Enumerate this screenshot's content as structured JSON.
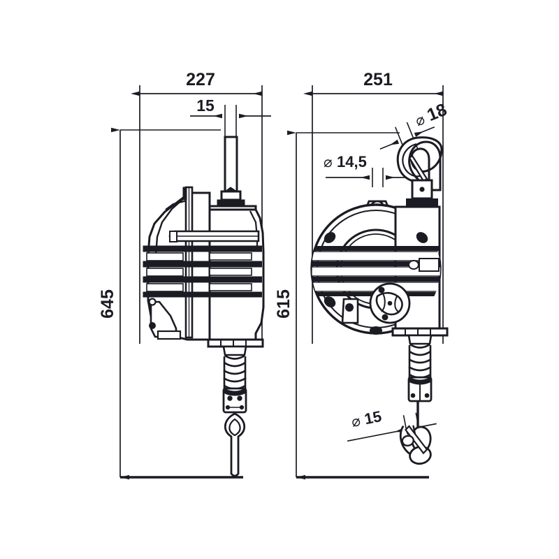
{
  "document": {
    "type": "technical-drawing",
    "subject": "spring balancer / retractable tool balancer",
    "views": [
      {
        "id": "side-view",
        "name": "Side view (left)"
      },
      {
        "id": "front-view",
        "name": "Front view (right)"
      }
    ],
    "background_color": "#ffffff",
    "line_color": "#1b1b23",
    "text_color": "#1b1b23"
  },
  "dimensions": {
    "side_width": {
      "label": "227",
      "unit": "mm",
      "orientation": "horizontal",
      "view": "side-view"
    },
    "side_height": {
      "label": "645",
      "unit": "mm",
      "orientation": "vertical",
      "view": "side-view"
    },
    "side_detail": {
      "label": "15",
      "unit": "mm",
      "orientation": "horizontal",
      "view": "side-view"
    },
    "front_width": {
      "label": "251",
      "unit": "mm",
      "orientation": "horizontal",
      "view": "front-view"
    },
    "front_height": {
      "label": "615",
      "unit": "mm",
      "orientation": "vertical",
      "view": "front-view"
    },
    "suspension_bore": {
      "symbol": "⌀",
      "label": "14,5",
      "unit": "mm",
      "orientation": "horizontal",
      "view": "front-view"
    },
    "top_hook_opening": {
      "symbol": "⌀",
      "label": "18",
      "unit": "mm",
      "orientation": "rotated",
      "view": "front-view"
    },
    "load_hook_opening": {
      "symbol": "⌀",
      "label": "15",
      "unit": "mm",
      "orientation": "rotated",
      "view": "front-view"
    }
  },
  "labels": {
    "dim_227": "227",
    "dim_15": "15",
    "dim_645": "645",
    "dim_251": "251",
    "dim_615": "615",
    "dim_145": "14,5",
    "dim_18": "18",
    "dim_d15": "15",
    "diameter_symbol": "⌀"
  },
  "components": {
    "side": [
      "suspension-shank",
      "housing-body",
      "housing-ribs",
      "cable-outlet",
      "coil-spring-buffer",
      "cable-clamp-block",
      "thimble-loop",
      "wire-rope"
    ],
    "front": [
      "safety-hook",
      "hook-clevis",
      "round-housing",
      "housing-ribs",
      "adjustment-disc",
      "lock-boss",
      "coil-spring-buffer",
      "cable-clamp-block",
      "load-hook",
      "wire-rope"
    ]
  }
}
